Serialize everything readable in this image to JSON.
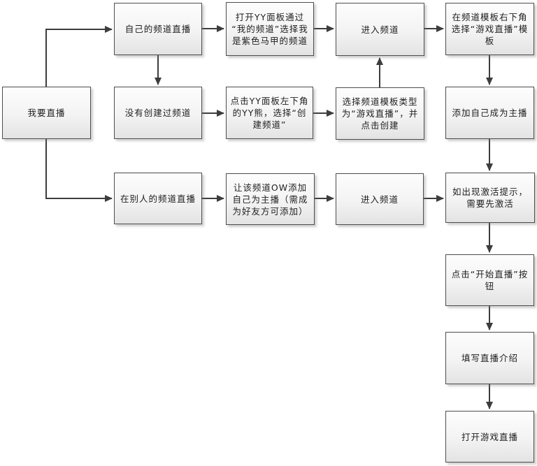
{
  "diagram": {
    "type": "flowchart",
    "colors": {
      "node_border": "#4d4d4d",
      "node_fill_top": "#fdfdfd",
      "node_fill_bottom": "#e3e3e3",
      "arrow": "#3d3d3d",
      "background": "#ffffff"
    },
    "nodes": {
      "start": {
        "label": "我要直播"
      },
      "own_channel": {
        "label": "自己的频道直播"
      },
      "no_channel": {
        "label": "没有创建过频道"
      },
      "others_channel": {
        "label": "在别人的频道直播"
      },
      "open_yy_panel": {
        "label": "打开YY面板通过“我的频道”选择我是紫色马甲的频道"
      },
      "click_yy_bear": {
        "label": "点击YY面板左下角的YY熊，选择“创建频道”"
      },
      "ow_add": {
        "label": "让该频道OW添加自己为主播（需成为好友方可添加）"
      },
      "enter_channel_1": {
        "label": "进入频道"
      },
      "select_template_type": {
        "label": "选择频道模板类型为“游戏直播”，并点击创建"
      },
      "enter_channel_2": {
        "label": "进入频道"
      },
      "select_game_template": {
        "label": "在频道模板右下角选择“游戏直播”模板"
      },
      "add_self_host": {
        "label": "添加自己成为主播"
      },
      "activate": {
        "label": "如出现激活提示，需要先激活"
      },
      "start_live": {
        "label": "点击“开始直播”按钮"
      },
      "fill_intro": {
        "label": "填写直播介绍"
      },
      "open_game_live": {
        "label": "打开游戏直播"
      }
    },
    "edges": [
      {
        "from": "start",
        "to": "own_channel"
      },
      {
        "from": "start",
        "to": "others_channel"
      },
      {
        "from": "own_channel",
        "to": "open_yy_panel"
      },
      {
        "from": "own_channel",
        "to": "no_channel"
      },
      {
        "from": "open_yy_panel",
        "to": "enter_channel_1"
      },
      {
        "from": "enter_channel_1",
        "to": "select_game_template"
      },
      {
        "from": "select_game_template",
        "to": "add_self_host"
      },
      {
        "from": "no_channel",
        "to": "click_yy_bear"
      },
      {
        "from": "click_yy_bear",
        "to": "select_template_type"
      },
      {
        "from": "select_template_type",
        "to": "enter_channel_1"
      },
      {
        "from": "add_self_host",
        "to": "activate"
      },
      {
        "from": "others_channel",
        "to": "ow_add"
      },
      {
        "from": "ow_add",
        "to": "enter_channel_2"
      },
      {
        "from": "enter_channel_2",
        "to": "activate"
      },
      {
        "from": "activate",
        "to": "start_live"
      },
      {
        "from": "start_live",
        "to": "fill_intro"
      },
      {
        "from": "fill_intro",
        "to": "open_game_live"
      }
    ]
  }
}
